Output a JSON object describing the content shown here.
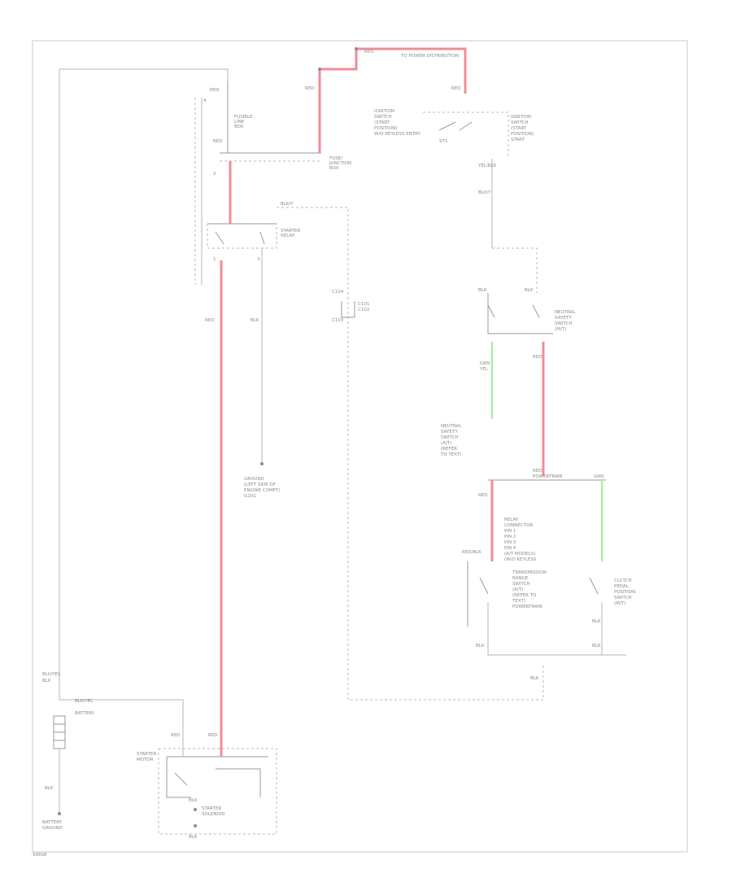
{
  "labels": {
    "left_branch_1": "BLU/YEL",
    "left_branch_2": "BLK",
    "fuse_block_1": "FUSIBLE",
    "fuse_block_2": "LINK",
    "fuse_block_3": "BOX",
    "fuse_red_top": "RED",
    "fuse_red_lower": "RED",
    "fuse_pin_a": "4",
    "fuse_pin_b": "2",
    "junction_1": "FUSE/",
    "junction_2": "JUNCTION",
    "junction_3": "BOX",
    "relay_1": "STARTER",
    "relay_2": "RELAY",
    "relay_pin_a": "1",
    "relay_pin_b": "3",
    "left_red_vertical": "RED",
    "relay_blk": "BLK",
    "ground_1": "GROUND",
    "ground_2": "(LEFT SIDE OF",
    "ground_3": "ENGINE COMPT)",
    "ground_4": "G101",
    "top_red_left": "RED",
    "top_red_right": "RED",
    "top_red_label": "RED",
    "top_note": "TO POWER DISTRIBUTION",
    "switch_left_1": "IGNITION",
    "switch_left_2": "SWITCH",
    "switch_left_3": "(START",
    "switch_left_4": "POSITION)",
    "switch_left_5": "W/O KEYLESS ENTRY",
    "switch_right_1": "IGNITION",
    "switch_right_2": "SWITCH",
    "switch_right_3": "(START",
    "switch_right_4": "POSITION)",
    "switch_start": "START",
    "switch_pin": "ST1",
    "switch_out_1": "YEL/BLK",
    "switch_out_2": "BLK/Y",
    "center_blk": "BLK/Y",
    "center_conn_1": "C101",
    "center_conn_2": "C102",
    "center_conn_3": "C103",
    "center_conn_4": "C104",
    "neutral_1": "BLK",
    "neutral_2": "BLK",
    "neutral_3": "NEUTRAL",
    "neutral_4": "SAFETY",
    "neutral_5": "SWITCH",
    "neutral_6": "(M/T)",
    "grn_left": "GRN",
    "grn_left_2": "YEL",
    "red_right": "RED",
    "nsw_box_1": "NEUTRAL",
    "nsw_box_2": "SAFETY",
    "nsw_box_3": "SWITCH",
    "nsw_box_4": "(A/T)",
    "nsw_box_5": "(REFER",
    "nsw_box_6": "TO TEXT)",
    "relay_conn_1": "RED",
    "relay_conn_2": "POWERTRAIN",
    "relay_grn": "GRN",
    "pcm_1": "RELAY",
    "pcm_2": "CONNECTOR",
    "pcm_3": "PIN 1",
    "pcm_4": "PIN 2",
    "pcm_5": "PIN 3",
    "pcm_6": "PIN 4",
    "pcm_7": "(A/T MODELS)",
    "pcm_8": "(W/O KEYLESS",
    "pcm_red_1": "RED",
    "pcm_red_2": "RED/BLK",
    "trans_1": "TRANSMISSION",
    "trans_2": "RANGE",
    "trans_3": "SWITCH",
    "trans_4": "(A/T)",
    "trans_5": "(REFER TO",
    "trans_6": "TEXT)",
    "trans_7": "POWERTRAIN",
    "clutch_1": "CLUTCH",
    "clutch_2": "PEDAL",
    "clutch_3": "POSITION",
    "clutch_4": "SWITCH",
    "clutch_5": "(M/T)",
    "bottom_blk_1": "BLK",
    "bottom_blk_2": "BLK",
    "bottom_blk_3": "BLK",
    "bottom_blk_4": "BLK",
    "battery_wire": "BLK/YEL",
    "battery_wire_2": "BLK",
    "battery": "BATTERY",
    "battery_red": "RED",
    "starter_1": "STARTER",
    "starter_2": "MOTOR",
    "starter_3": "BLK",
    "starter_red": "RED",
    "starter_box_1": "STARTER",
    "starter_box_2": "SOLENOID",
    "ground_bottom_1": "BATTERY",
    "ground_bottom_2": "GROUND",
    "batt_blk": "BLK",
    "corner_mark": "99898"
  }
}
